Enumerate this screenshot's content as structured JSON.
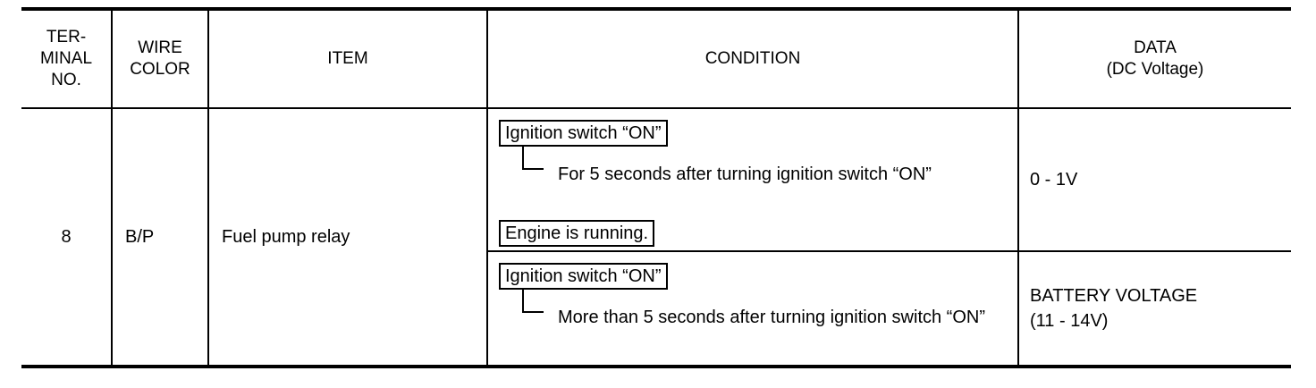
{
  "headers": {
    "terminal": "TER-\nMINAL\nNO.",
    "wire": "WIRE\nCOLOR",
    "item": "ITEM",
    "condition": "CONDITION",
    "data": "DATA\n(DC Voltage)"
  },
  "row": {
    "terminal": "8",
    "wire": "B/P",
    "item": "Fuel pump relay",
    "conditions": [
      {
        "box": "Ignition switch “ON”",
        "detail": "For 5 seconds after turning ignition switch “ON”",
        "box2": "Engine is running.",
        "data": "0 - 1V"
      },
      {
        "box": "Ignition switch “ON”",
        "detail": "More than 5 seconds after turning ignition switch “ON”",
        "data": "BATTERY VOLTAGE\n(11 - 14V)"
      }
    ]
  }
}
